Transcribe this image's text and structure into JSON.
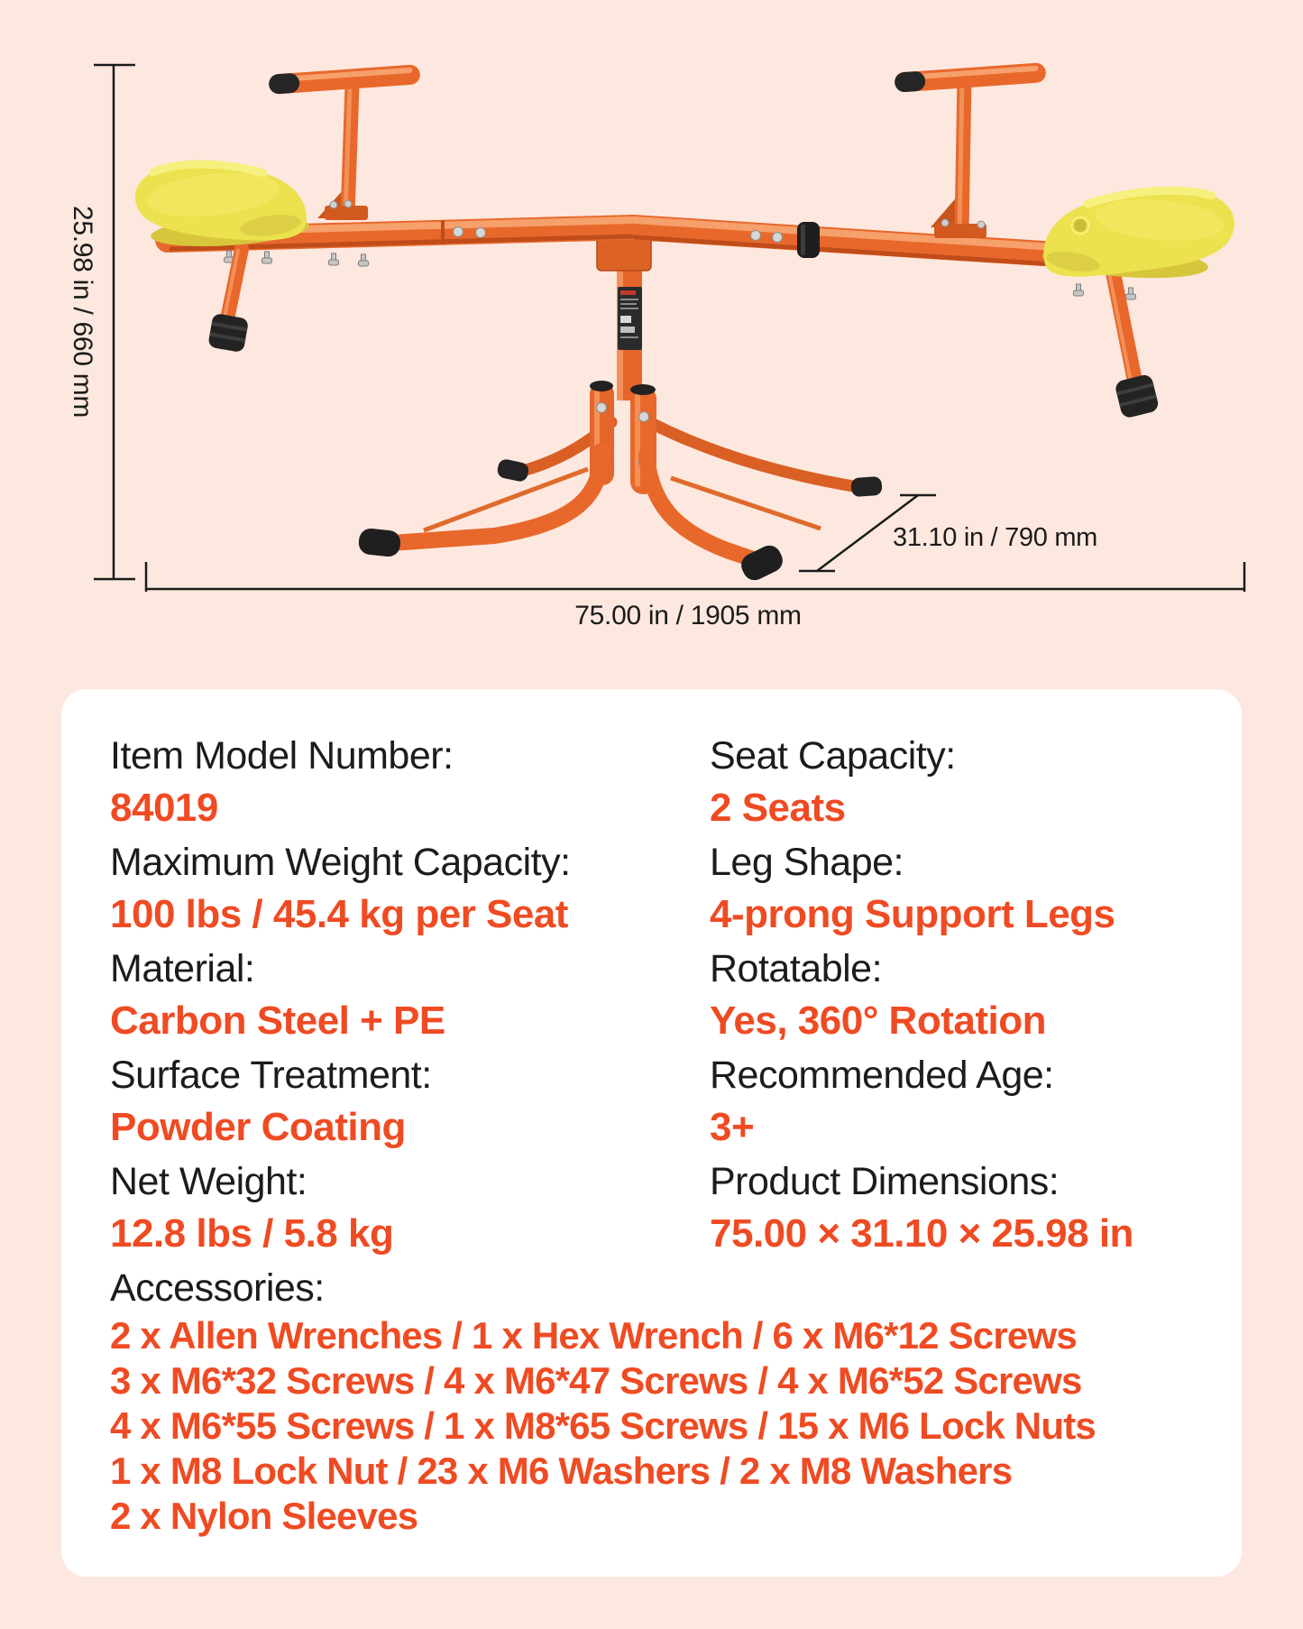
{
  "colors": {
    "background": "#FCE8DE",
    "card": "#FFFFFF",
    "accent_text": "#EF4B23",
    "ink": "#1C1C1C",
    "beam_orange": "#E8682C",
    "seat_yellow": "#ECE14E"
  },
  "diagram": {
    "height_label": "25.98 in / 660 mm",
    "depth_label": "31.10 in / 790 mm",
    "length_label": "75.00 in / 1905 mm"
  },
  "spec_card": {
    "left": [
      {
        "label": "Item Model Number:",
        "value": "84019"
      },
      {
        "label": "Maximum Weight Capacity:",
        "value": "100 lbs / 45.4 kg per Seat"
      },
      {
        "label": "Material:",
        "value": "Carbon Steel + PE"
      },
      {
        "label": "Surface Treatment:",
        "value": "Powder Coating"
      },
      {
        "label": "Net Weight:",
        "value": "12.8 lbs / 5.8 kg"
      }
    ],
    "right": [
      {
        "label": "Seat Capacity:",
        "value": "2 Seats"
      },
      {
        "label": "Leg Shape:",
        "value": "4-prong Support Legs"
      },
      {
        "label": "Rotatable:",
        "value": "Yes, 360° Rotation"
      },
      {
        "label": "Recommended Age:",
        "value": "3+"
      },
      {
        "label": "Product Dimensions:",
        "value": "75.00 × 31.10 × 25.98 in"
      }
    ],
    "accessories": {
      "label": "Accessories:",
      "lines": [
        "2 x Allen Wrenches / 1 x Hex Wrench / 6 x M6*12 Screws",
        "3 x M6*32 Screws / 4 x M6*47 Screws / 4 x M6*52 Screws",
        "4 x M6*55 Screws / 1 x M8*65 Screws / 15 x M6 Lock Nuts",
        "1 x M8 Lock Nut / 23 x M6 Washers / 2 x M8 Washers",
        "2 x Nylon Sleeves"
      ]
    }
  }
}
